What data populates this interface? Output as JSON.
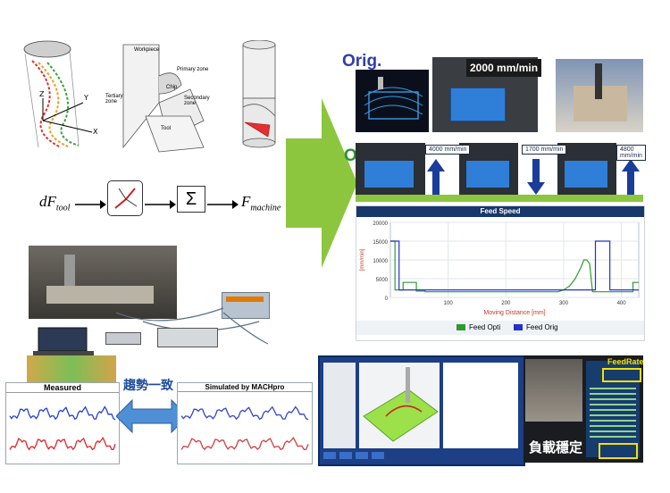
{
  "colors": {
    "arrow_green": "#8cc63f",
    "orig_blue": "#2f3ea8",
    "opt_green": "#2f8f2f",
    "feed_header": "#18376b",
    "series_green": "#2e9a2e",
    "series_blue": "#2233cc",
    "measured_blue": "#1f3fd6",
    "measured_red": "#e0262a",
    "yellow_box": "#f5e000"
  },
  "tool_model": {
    "formula_left": "dF",
    "formula_left_sub": "tool",
    "sum_symbol": "Σ",
    "formula_right": "F",
    "formula_right_sub": "machine",
    "chip_labels": {
      "workpiece": "Workpiece",
      "primary_zone": "Primary zone",
      "chip": "Chip",
      "secondary_zone": "Secondary zone",
      "tertiary_zone": "Tertiary zone",
      "tool": "Tool"
    }
  },
  "comparison": {
    "orig_label": "Orig.",
    "opt_label": "Opt.",
    "speed_top": "2000 mm/min",
    "speed_chips": [
      "4000 mm/min",
      "1700 mm/min",
      "4800 mm/min"
    ]
  },
  "feed_chart": {
    "header": "Feed Speed",
    "ylabel": "[mm/min]",
    "xlabel": "Moving Distance [mm]",
    "yticks": [
      "20000",
      "15000",
      "10000",
      "5000",
      "0"
    ],
    "xticks": [
      "100",
      "200",
      "300",
      "400"
    ],
    "legend": [
      "Feed Opti",
      "Feed Orig"
    ]
  },
  "chart_data": {
    "type": "line",
    "title": "Feed Speed",
    "xlabel": "Moving Distance [mm]",
    "ylabel": "[mm/min]",
    "xlim": [
      0,
      430
    ],
    "ylim": [
      0,
      20000
    ],
    "series": [
      {
        "name": "Feed Opti",
        "x": [
          0,
          8,
          8,
          22,
          22,
          45,
          45,
          60,
          60,
          100,
          200,
          290,
          300,
          310,
          320,
          330,
          335,
          340,
          345,
          350,
          352,
          360,
          420,
          420,
          430
        ],
        "values": [
          15000,
          15000,
          2000,
          2000,
          4000,
          4000,
          1700,
          1700,
          1500,
          1500,
          1500,
          1500,
          2000,
          3000,
          5000,
          8000,
          10000,
          10000,
          9000,
          1500,
          1500,
          1500,
          1500,
          4000,
          4000
        ]
      },
      {
        "name": "Feed Orig",
        "x": [
          0,
          15,
          15,
          355,
          355,
          380,
          380,
          430
        ],
        "values": [
          15000,
          15000,
          2000,
          2000,
          15000,
          15000,
          2000,
          2000
        ]
      }
    ]
  },
  "validation": {
    "measured_label": "Measured",
    "simulated_label": "Simulated by MACHpro",
    "trend_text": "趨勢一致"
  },
  "software": {
    "load_label": "負載穩定",
    "feedrate_label": "FeedRate"
  }
}
